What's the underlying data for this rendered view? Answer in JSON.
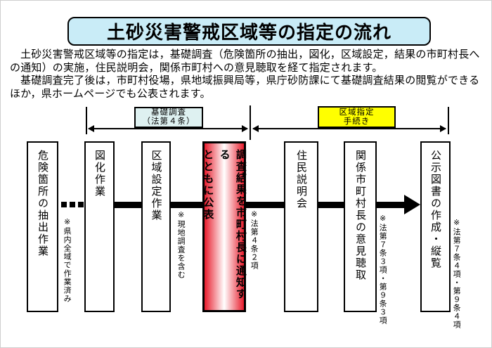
{
  "title": "土砂災害警戒区域等の指定の流れ",
  "intro": {
    "para1": "土砂災害警戒区域等の指定は，基礎調査（危険箇所の抽出，図化，区域設定，結果の市町村長への通知）の実施，住民説明会，関係市町村への意見聴取を経て指定されます。",
    "para2": "基礎調査完了後は，市町村役場，県地域振興局等，県庁砂防課にて基礎調査結果の閲覧ができるほか，県ホームページでも公表されます。"
  },
  "phase_labels": [
    {
      "line1": "基礎調査",
      "line2": "（法第４条）"
    },
    {
      "line1": "区域指定",
      "line2": "手続き"
    }
  ],
  "steps": [
    {
      "label": "危険箇所の抽出作業"
    },
    {
      "label": "図化作業"
    },
    {
      "label": "区域設定作業"
    },
    {
      "label_line1": "調査結果を市町村長に通知する",
      "label_line2": "とともに公表",
      "highlight": true
    },
    {
      "label": "住民説明会"
    },
    {
      "label": "関係市町村長の意見聴取"
    },
    {
      "label": "公示図書の作成・縦覧"
    }
  ],
  "notes": [
    {
      "text": "※県内全域で作業済み"
    },
    {
      "text": "※現地調査を含む"
    },
    {
      "text": "※法第４条２項"
    },
    {
      "text": "※法第７条３項・第９条３項"
    },
    {
      "text": "※法第７条４項・第９条４項"
    }
  ],
  "colors": {
    "title_bg": "#c9ecf7",
    "phase_basic_bg": "#def1f1",
    "phase_designation_bg": "#ffff00",
    "highlight_red": "#e81c2c"
  }
}
